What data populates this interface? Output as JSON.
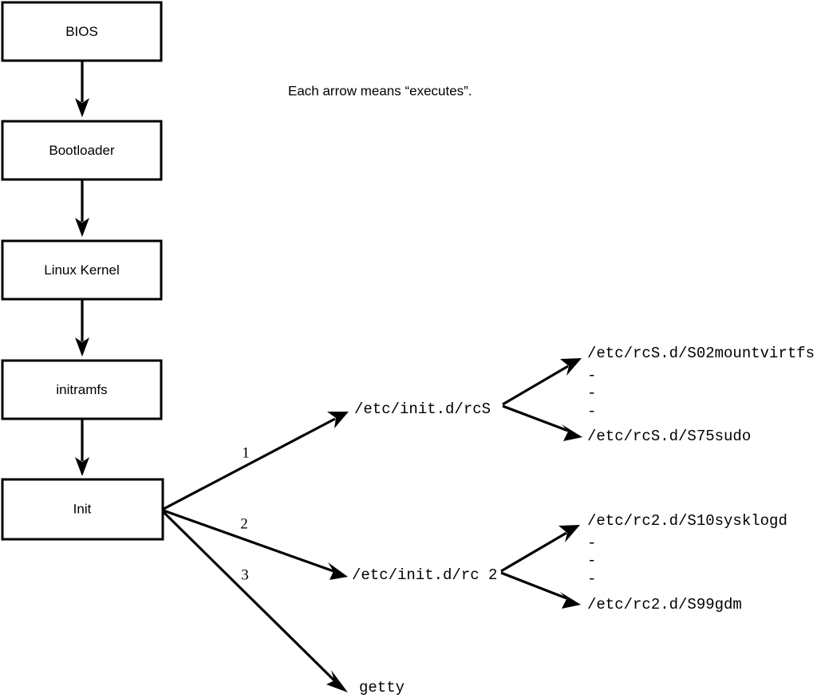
{
  "caption": {
    "text": "Each arrow means “executes”."
  },
  "colors": {
    "stroke": "#000000",
    "fill": "#ffffff",
    "background": "#ffffff"
  },
  "boot_chain": {
    "nodes": [
      {
        "id": "bios",
        "label": "BIOS"
      },
      {
        "id": "bootloader",
        "label": "Bootloader"
      },
      {
        "id": "kernel",
        "label": "Linux Kernel"
      },
      {
        "id": "initramfs",
        "label": "initramfs"
      },
      {
        "id": "init",
        "label": "Init"
      }
    ]
  },
  "init_branches": [
    {
      "number": "1",
      "target": "/etc/init.d/rcS"
    },
    {
      "number": "2",
      "target": "/etc/init.d/rc 2"
    },
    {
      "number": "3",
      "target": "getty"
    }
  ],
  "rcs_scripts": {
    "parent": "/etc/init.d/rcS",
    "first": "/etc/rcS.d/S02mountvirtfs",
    "ellipsis": [
      "-",
      "-",
      "-"
    ],
    "last": "/etc/rcS.d/S75sudo"
  },
  "rc2_scripts": {
    "parent": "/etc/init.d/rc 2",
    "first": "/etc/rc2.d/S10sysklogd",
    "ellipsis": [
      "-",
      "-",
      "-"
    ],
    "last": "/etc/rc2.d/S99gdm"
  },
  "getty": {
    "label": "getty"
  }
}
